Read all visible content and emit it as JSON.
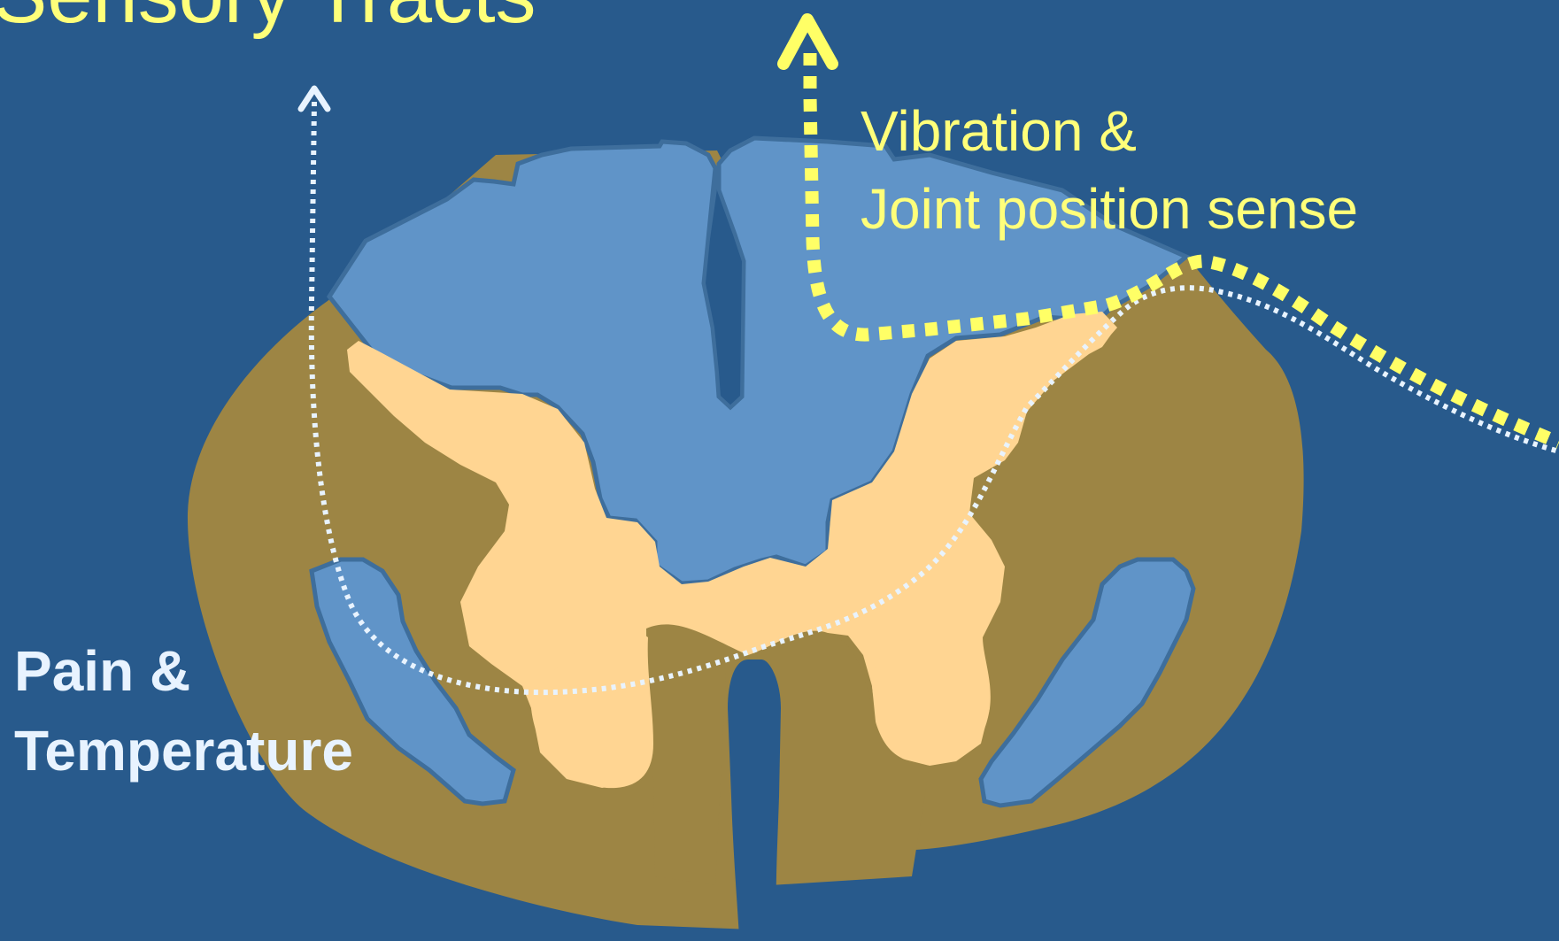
{
  "slide": {
    "title": "Sensory Tracts"
  },
  "labels": {
    "vibration_line1": "Vibration &",
    "vibration_line2": "Joint position sense",
    "pain_line1": "Pain &",
    "pain_line2": "Temperature"
  },
  "colors": {
    "background": "#285a8c",
    "gray_matter_outer": "#9d8544",
    "gray_matter_inner": "#ffd592",
    "white_matter_columns": "#6094c8",
    "outline": "#3e6e9c",
    "vibration_pathway": "#ffff66",
    "pain_pathway": "#e8f3ff",
    "title_text": "#ffff7a",
    "pain_label_text": "#e8f3ff"
  }
}
